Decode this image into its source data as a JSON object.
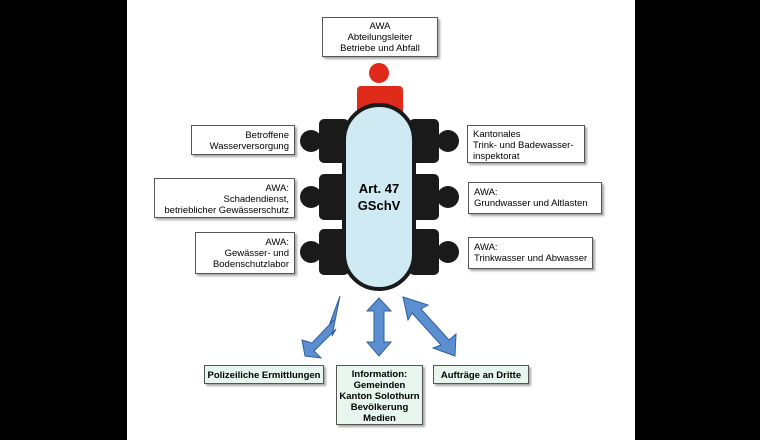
{
  "diagram": {
    "head_box": "AWA\nAbteilungsleiter\nBetriebe und Abfall",
    "center_label": "Art. 47\nGSchV",
    "left_boxes": [
      "Betroffene\nWasserversorgung",
      "AWA:\nSchadendienst,\nbetrieblicher Gewässerschutz",
      "AWA:\nGewässer- und\nBodenschutzlabor"
    ],
    "right_boxes": [
      "Kantonales\nTrink- und Badewasser-\ninspektorat",
      "AWA:\nGrundwasser und Altlasten",
      "AWA:\nTrinkwasser und Abwasser"
    ],
    "bottom_boxes": {
      "left": "Polizeiliche Ermittlungen",
      "center": "Information:\nGemeinden\nKanton Solothurn\nBevölkerung\nMedien",
      "right": "Aufträge an Dritte"
    },
    "colors": {
      "table_fill": "#cfeaf2",
      "chair": "#1a1a1a",
      "head_person": "#e02a1a",
      "arrow_fill": "#5b8fd0",
      "arrow_stroke": "#2f5f9e",
      "bottom_box_fill": "#e6f5ee"
    }
  }
}
